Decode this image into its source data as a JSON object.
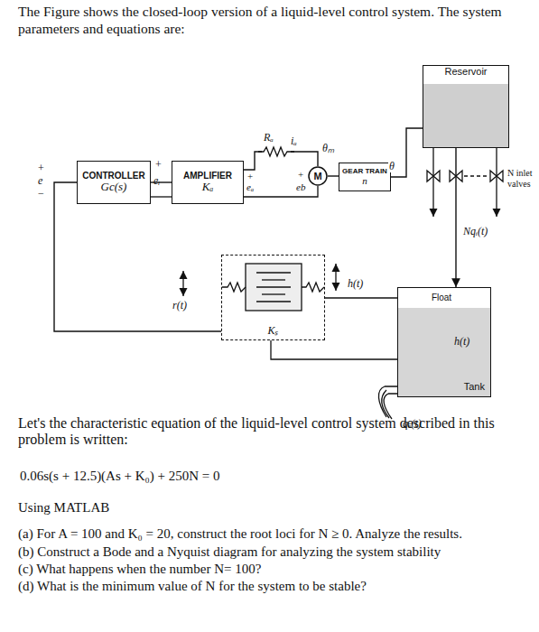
{
  "diagram": {
    "title": "The Figure shows the closed-loop version of a liquid-level control system. The system parameters and equations are:",
    "nodes": [
      {
        "text": [
          "CONTROLLER",
          "Gc(s)"
        ]
      },
      {
        "text": [
          "AMPLIFIER",
          "Kₐ"
        ]
      },
      {
        "text": [
          "M"
        ]
      },
      {
        "text": [
          "GEAR TRAIN",
          "n"
        ]
      },
      {
        "text": [
          "Reservoir"
        ]
      },
      {
        "text": [
          "Tank"
        ]
      },
      {
        "text": [
          "Float"
        ],
        "in": 5
      },
      {
        "text": [
          "Kₛ"
        ]
      }
    ],
    "edges": [
      {
        "from": 0,
        "to": 1,
        "arrow": "none"
      },
      {
        "from": 1,
        "to": 2,
        "arrow": "none"
      },
      {
        "from": 2,
        "to": 3,
        "label": "θₘ",
        "arrow": "none"
      },
      {
        "from": 3,
        "to": 4,
        "label": "θ",
        "arrow": "none"
      },
      {
        "from": 4,
        "to": 5,
        "label": "Nqᵢ(t)",
        "arrow": "to"
      },
      {
        "from": 6,
        "to": 7,
        "label": "h(t)",
        "arrow": "none"
      },
      {
        "from": 7,
        "to": 0,
        "arrow": "none"
      }
    ],
    "labels": [
      "+",
      "e",
      "−",
      "+",
      "eᵢ",
      "Rₐ",
      "iₐ",
      "+",
      "eₐ",
      "+",
      "eb",
      "N inlet valves",
      "r(t)",
      "h(t)",
      "qₒ(t)",
      "Let's the characteristic equation of the liquid-level control system described in this problem is written:",
      "0.06s(s + 12.5)(As + K₀) + 250N = 0",
      "Using MATLAB",
      "(a) For A = 100 and K₀ = 20, construct the root loci for N ≥ 0. Analyze the results.",
      "(b) Construct a Bode and a Nyquist diagram for analyzing the system stability",
      "(c) What happens when the number N= 100?",
      "(d) What is the minimum value of N for the system to be stable?"
    ]
  }
}
